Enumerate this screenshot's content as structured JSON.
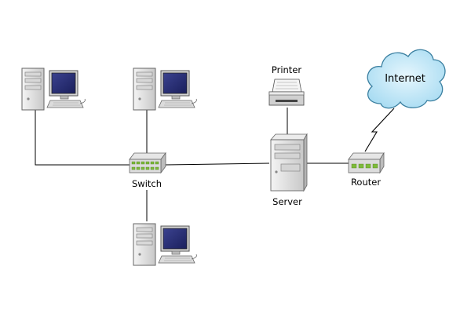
{
  "diagram": {
    "nodes": {
      "pc_top_left": {
        "type": "desktop-computer"
      },
      "pc_top_middle": {
        "type": "desktop-computer"
      },
      "pc_bottom": {
        "type": "desktop-computer"
      },
      "switch": {
        "type": "network-switch",
        "label": "Switch"
      },
      "server": {
        "type": "server-tower",
        "label": "Server"
      },
      "printer": {
        "type": "printer",
        "label": "Printer"
      },
      "router": {
        "type": "router",
        "label": "Router"
      },
      "internet": {
        "type": "cloud",
        "label": "Internet"
      }
    },
    "links": [
      {
        "from": "pc_top_left",
        "to": "switch",
        "style": "wire"
      },
      {
        "from": "pc_top_middle",
        "to": "switch",
        "style": "wire"
      },
      {
        "from": "pc_bottom",
        "to": "switch",
        "style": "wire"
      },
      {
        "from": "switch",
        "to": "server",
        "style": "wire"
      },
      {
        "from": "server",
        "to": "printer",
        "style": "wire"
      },
      {
        "from": "server",
        "to": "router",
        "style": "wire"
      },
      {
        "from": "router",
        "to": "internet",
        "style": "lightning-zigzag"
      }
    ],
    "colors": {
      "line": "#000000",
      "case_fill": "#e0e0e0",
      "case_stroke": "#666666",
      "monitor_screen": "#2a2f7f",
      "switch_led": "#7dbb3a",
      "cloud_fill": "#b9e3f5",
      "cloud_stroke": "#3a7fa0"
    }
  }
}
